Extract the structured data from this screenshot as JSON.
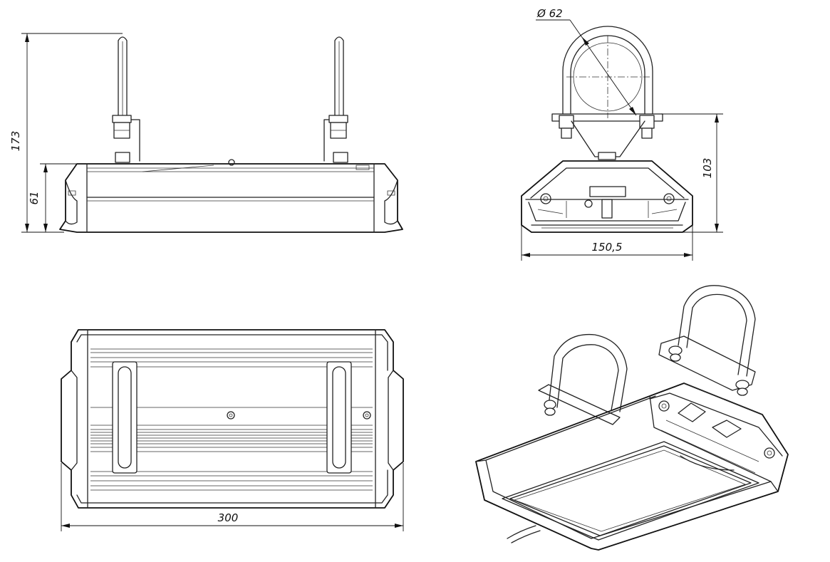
{
  "dimensions": {
    "side_total_height": "173",
    "side_body_height": "61",
    "pipe_diameter": "Ø 62",
    "end_total_height": "103",
    "end_width": "150,5",
    "plan_length": "300"
  }
}
